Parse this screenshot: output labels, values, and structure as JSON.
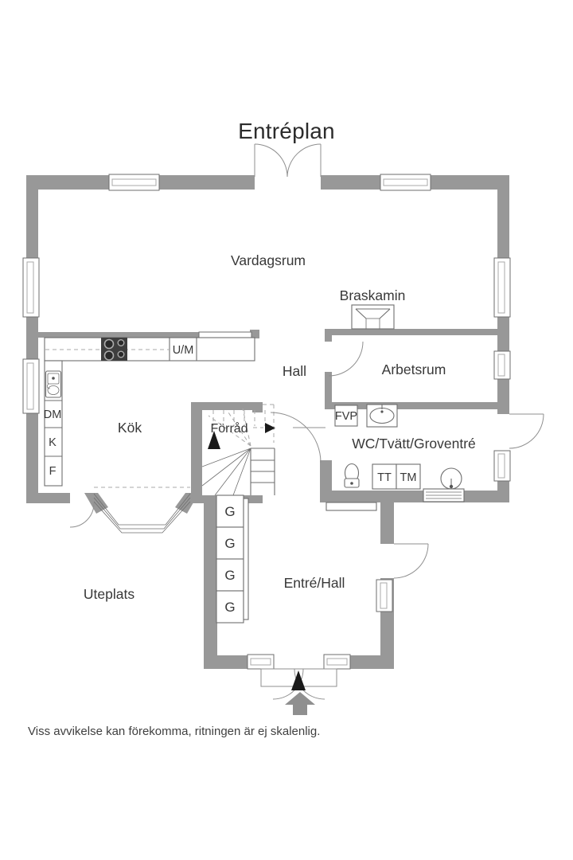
{
  "title": "Entréplan",
  "disclaimer": "Viss avvikelse kan förekomma, ritningen är ej skalenlig.",
  "rooms": {
    "vardagsrum": "Vardagsrum",
    "braskamin": "Braskamin",
    "hall": "Hall",
    "arbetsrum": "Arbetsrum",
    "kok": "Kök",
    "forrad": "Förråd",
    "wc_tvatt": "WC/Tvätt/Groventré",
    "entre_hall": "Entré/Hall",
    "uteplats": "Uteplats"
  },
  "appliances": {
    "um": "U/M",
    "dm": "DM",
    "k": "K",
    "f": "F",
    "fvp": "FVP",
    "tt": "TT",
    "tm": "TM",
    "wardrobes": [
      "G",
      "G",
      "G",
      "G"
    ]
  },
  "colors": {
    "wall": "#989898",
    "line": "#6e6e6e",
    "line_light": "#a8a8a8",
    "text": "#383838",
    "dark": "#1a1a1a",
    "stove": "#3e3e3e",
    "arrow_gray": "#8f8f8f",
    "arc": "#8f8f8f",
    "bg": "#ffffff"
  }
}
